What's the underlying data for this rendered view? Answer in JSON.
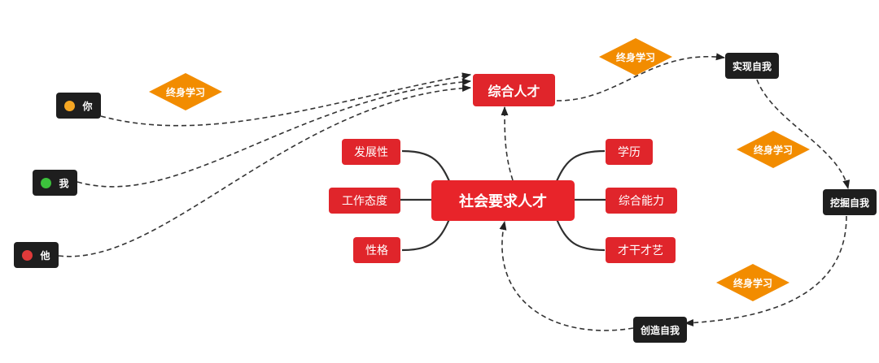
{
  "center": {
    "label": "社会要求人才"
  },
  "left_branches": [
    {
      "label": "发展性"
    },
    {
      "label": "工作态度"
    },
    {
      "label": "性格"
    }
  ],
  "right_branches": [
    {
      "label": "学历"
    },
    {
      "label": "综合能力"
    },
    {
      "label": "才干才艺"
    }
  ],
  "top_node": {
    "label": "综合人才"
  },
  "people": [
    {
      "label": "你",
      "color": "#f5a623"
    },
    {
      "label": "我",
      "color": "#3cc23c"
    },
    {
      "label": "他",
      "color": "#e03a3a"
    }
  ],
  "cycle": {
    "realize": "实现自我",
    "explore": "挖掘自我",
    "create": "创造自我"
  },
  "diamond_label": "终身学习",
  "colors": {
    "node_red": "#e0252b",
    "node_dark": "#1e1e1e",
    "diamond_orange": "#f28c00",
    "connector": "#333333"
  }
}
